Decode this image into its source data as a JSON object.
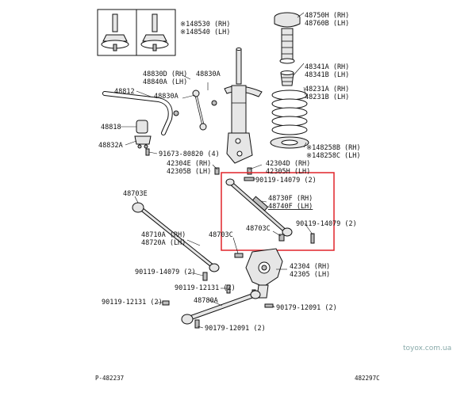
{
  "labels": {
    "p148530": "※148530 (RH)",
    "p148540": "※148540 (LH)",
    "p48750": "48750H (RH)",
    "p48760": "48760B (LH)",
    "p48341": "48341A (RH)",
    "p48341b": "48341B (LH)",
    "p48231a": "48231A (RH)",
    "p48231b": "48231B (LH)",
    "p48830d": "48830D (RH)",
    "p48840a": "48840A (LH)",
    "p48830a_top": "48830A",
    "p48812": "48812",
    "p48830a_mid": "48830A",
    "p48818": "48818",
    "p48832a": "48832A",
    "p91673": "91673-80820 (4)",
    "p148258b": "※148258B (RH)",
    "p148258c": "※148258C (LH)",
    "p42304e": "42304E (RH)",
    "p42305b": "42305B (LH)",
    "p42304d": "42304D (RH)",
    "p42305h": "42305H (LH)",
    "p90119_14079_a": "90119-14079 (2)",
    "p48703e": "48703E",
    "p48730f": "48730F (RH)",
    "p48740f": "48740F (LH)",
    "p48703c_a": "48703C",
    "p90119_14079_b": "90119-14079 (2)",
    "p48710a": "48710A (RH)",
    "p48720a": "48720A (LH)",
    "p48703c_b": "48703C",
    "p42304": "42304 (RH)",
    "p42305": "42305 (LH)",
    "p90119_14079_c": "90119-14079 (2)",
    "p90119_12131_a": "90119-12131 (2)",
    "p90119_12131_b": "90119-12131 (2)",
    "p48780a": "48780A",
    "p90179_12091_a": "90179-12091 (2)",
    "p90179_12091_b": "90179-12091 (2)"
  },
  "footer": {
    "left_code": "P-482237",
    "right_code": "482297C",
    "watermark": "toyox.com.ua"
  },
  "colors": {
    "highlight_box": "#e0242a",
    "ink": "#111111",
    "watermark": "#88aaaa"
  }
}
